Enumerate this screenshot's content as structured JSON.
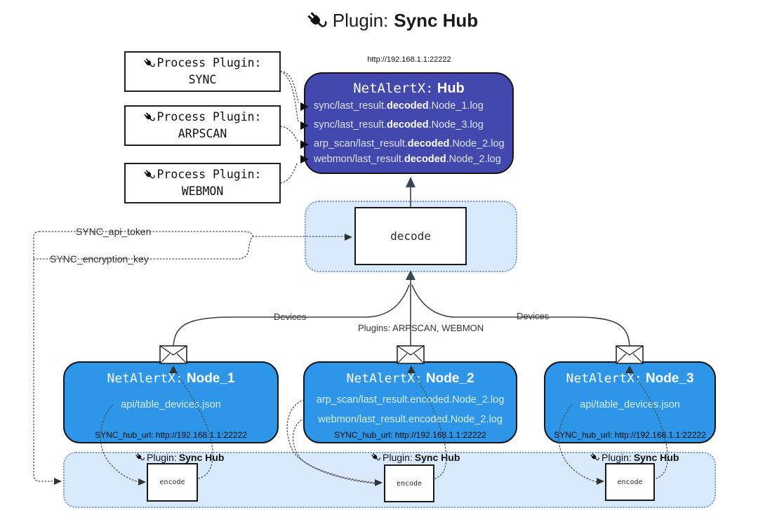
{
  "title": {
    "prefix": "Plugin:",
    "name": "Sync Hub"
  },
  "process_plugins": [
    {
      "label": "Process Plugin:",
      "name": "SYNC"
    },
    {
      "label": "Process Plugin:",
      "name": "ARPSCAN"
    },
    {
      "label": "Process Plugin:",
      "name": "WEBMON"
    }
  ],
  "hub": {
    "url": "http://192.168.1.1:22222",
    "title_prefix": "NetAlertX:",
    "title_name": "Hub",
    "lines": [
      {
        "pre": "sync/last_result.",
        "bold": "decoded",
        "post": ".Node_1.log"
      },
      {
        "pre": "sync/last_result.",
        "bold": "decoded",
        "post": ".Node_3.log"
      },
      {
        "pre": "arp_scan/last_result.",
        "bold": "decoded",
        "post": ".Node_2.log"
      },
      {
        "pre": "webmon/last_result.",
        "bold": "decoded",
        "post": ".Node_2.log"
      }
    ]
  },
  "decode": {
    "label": "decode"
  },
  "tokens": {
    "api_token": "SYNC_api_token",
    "encryption_key": "SYNC_encryption_key"
  },
  "edges": {
    "devices_left": "Devices",
    "plugins_center": "Plugins: ARPSCAN, WEBMON",
    "devices_right": "Devices"
  },
  "nodes": [
    {
      "title_prefix": "NetAlertX:",
      "title_name": "Node_1",
      "lines": [
        "api/table_devices.json"
      ],
      "hub_url": "SYNC_hub_url: http://192.168.1.1:22222"
    },
    {
      "title_prefix": "NetAlertX:",
      "title_name": "Node_2",
      "lines": [
        "arp_scan/last_result.encoded.Node_2.log",
        "webmon/last_result.encoded.Node_2.log"
      ],
      "hub_url": "SYNC_hub_url: http://192.168.1.1:22222"
    },
    {
      "title_prefix": "NetAlertX:",
      "title_name": "Node_3",
      "lines": [
        "api/table_devices.json"
      ],
      "hub_url": "SYNC_hub_url: http://192.168.1.1:22222"
    }
  ],
  "encoders": [
    {
      "label_prefix": "Plugin:",
      "label_name": "Sync Hub",
      "box": "encode"
    },
    {
      "label_prefix": "Plugin:",
      "label_name": "Sync Hub",
      "box": "encode"
    },
    {
      "label_prefix": "Plugin:",
      "label_name": "Sync Hub",
      "box": "encode"
    }
  ],
  "colors": {
    "hub_fill": "#4348ae",
    "node_fill": "#2e96e8",
    "container_fill": "#d8e9fb",
    "container_border": "#7d9bb8",
    "line": "#3f3f3f",
    "arrowhead": "#37474f"
  }
}
